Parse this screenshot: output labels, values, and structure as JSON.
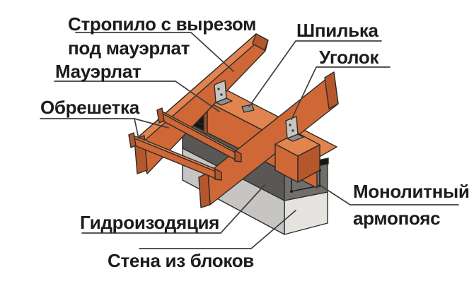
{
  "background": "#ffffff",
  "labels": {
    "rafter": {
      "line1": "Стропило с вырезом",
      "line2": "под мауэрлат"
    },
    "stud": "Шпилька",
    "angle_bracket": "Уголок",
    "mauerlat": "Мауэрлат",
    "lathing": "Обрешетка",
    "waterproofing": "Гидроизодяция",
    "wall": "Стена из блоков",
    "reinforced_belt": {
      "line1": "Монолитный",
      "line2": "армопояс"
    }
  },
  "parts": [
    "rafter-with-notch",
    "stud",
    "angle-bracket",
    "mauerlat",
    "lathing-battens",
    "waterproofing-layer",
    "monolithic-reinforced-belt",
    "block-wall"
  ],
  "colors": {
    "background": "#ffffff",
    "text": "#1c1c1a",
    "leader": "#3f3f3d",
    "outline": "#2c2c28",
    "wood_front": "#cf6737",
    "wood_top": "#e28450",
    "wood_end": "#b5572c",
    "wood_dark": "#a94e22",
    "wall_front": "#c6c5c3",
    "wall_end": "#e4e3e0",
    "belt_front": "#595856",
    "belt_end": "#706f6c",
    "waterproofing": "#161614",
    "metal": "#c6c5c1",
    "metal_dark": "#8f8e8b",
    "hole": "#3a3a38",
    "rebar": "#1c1c1a"
  }
}
